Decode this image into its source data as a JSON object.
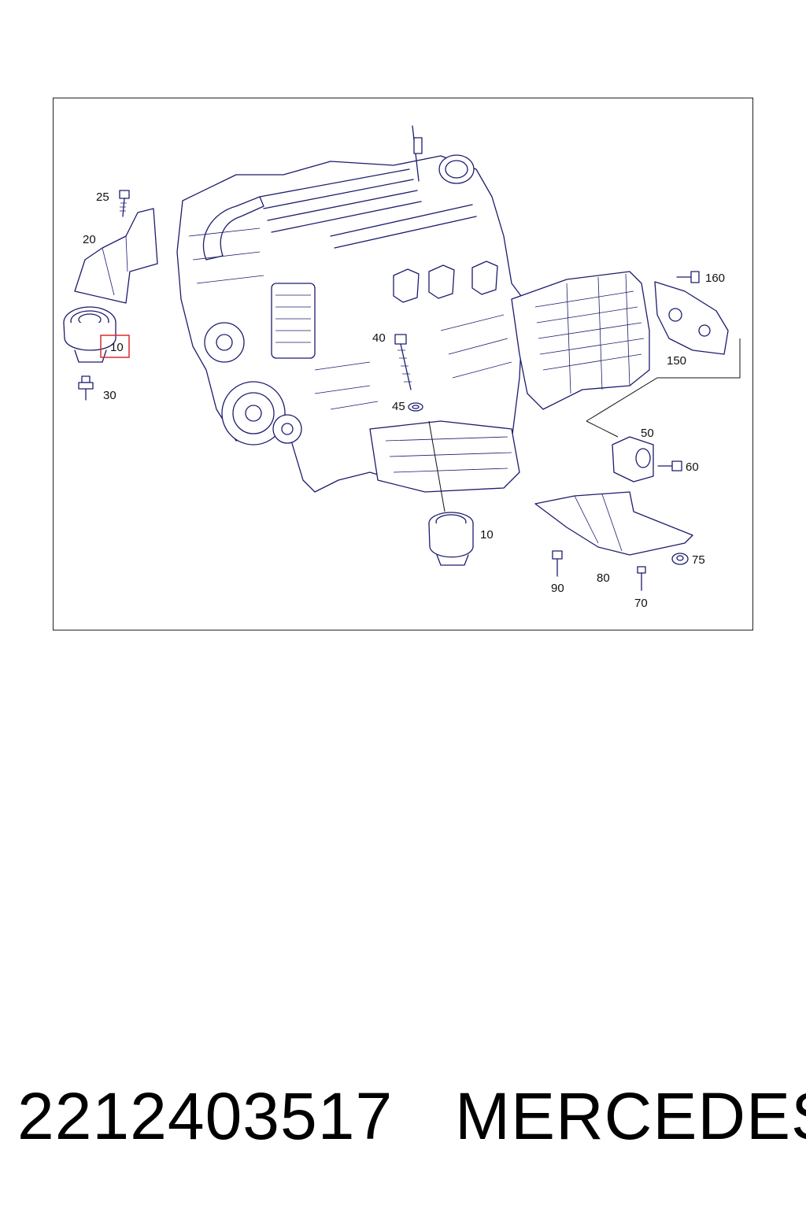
{
  "callouts": {
    "c25": "25",
    "c20": "20",
    "c10_left": "10",
    "c30": "30",
    "c40": "40",
    "c45": "45",
    "c160": "160",
    "c150": "150",
    "c50": "50",
    "c60": "60",
    "c10_center": "10",
    "c90": "90",
    "c80": "80",
    "c75": "75",
    "c70": "70"
  },
  "highlight": {
    "label": "10",
    "color": "#d92b2b"
  },
  "footer": {
    "part_number": "2212403517",
    "brand": "MERCEDES"
  },
  "colors": {
    "line_ink": "#1c1c6e",
    "frame": "#222222"
  }
}
